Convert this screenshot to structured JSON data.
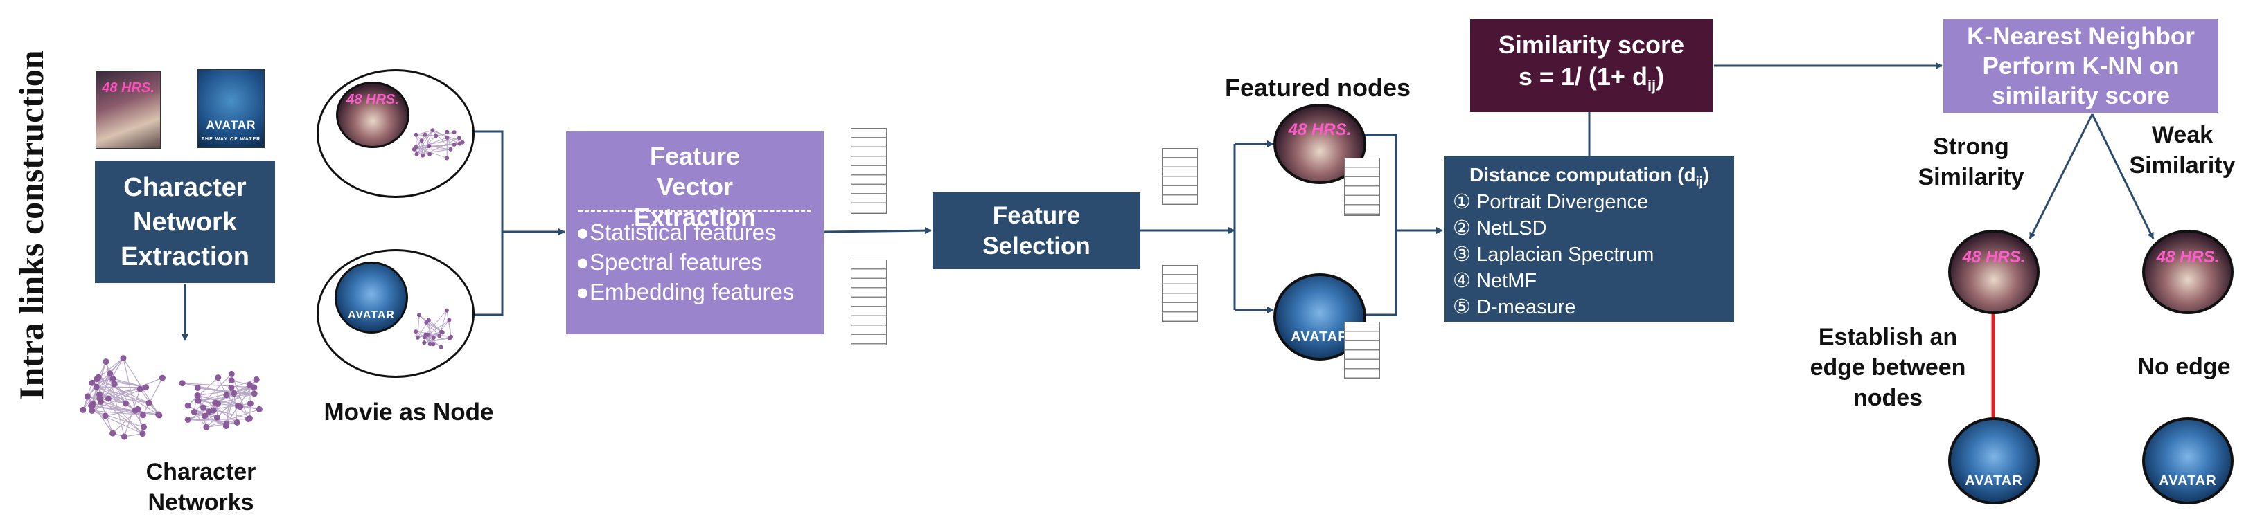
{
  "side_title": "Intra links construction",
  "posters": {
    "poster_a_title": "48 HRS.",
    "poster_b_title": "AVATAR",
    "poster_b_subtitle": "THE WAY OF WATER"
  },
  "character_network_extraction": "Character Network Extraction",
  "character_networks_label": "Character Networks",
  "movie_as_node_label": "Movie as Node",
  "feature_vector_extraction": {
    "title": "Feature Vector Extraction",
    "items": [
      "Statistical features",
      "Spectral features",
      "Embedding features"
    ]
  },
  "feature_selection": "Feature Selection",
  "featured_nodes_label": "Featured nodes",
  "similarity_score": {
    "line1": "Similarity score",
    "line2_prefix": "s = 1/ (1+ d",
    "line2_sub": "ij",
    "line2_suffix": ")"
  },
  "distance_computation": {
    "title_prefix": "Distance computation (d",
    "title_sub": "ij",
    "title_suffix": ")",
    "items": [
      {
        "num": "①",
        "label": "Portrait Divergence"
      },
      {
        "num": "②",
        "label": "NetLSD"
      },
      {
        "num": "③",
        "label": "Laplacian Spectrum"
      },
      {
        "num": "④",
        "label": "NetMF"
      },
      {
        "num": "⑤",
        "label": "D-measure"
      }
    ]
  },
  "knn": {
    "line1": "K-Nearest Neighbor",
    "line2": "Perform K-NN on",
    "line3": "similarity score"
  },
  "strong_similarity": "Strong Similarity",
  "weak_similarity": "Weak Similarity",
  "establish_edge": "Establish an edge between nodes",
  "no_edge": "No edge",
  "colors": {
    "dark_blue": "#2b4c6e",
    "purple": "#9a85cc",
    "maroon": "#4b1636",
    "arrow": "#2b4c6e",
    "edge_red": "#e02020",
    "network_node": "#8a5a9a"
  }
}
